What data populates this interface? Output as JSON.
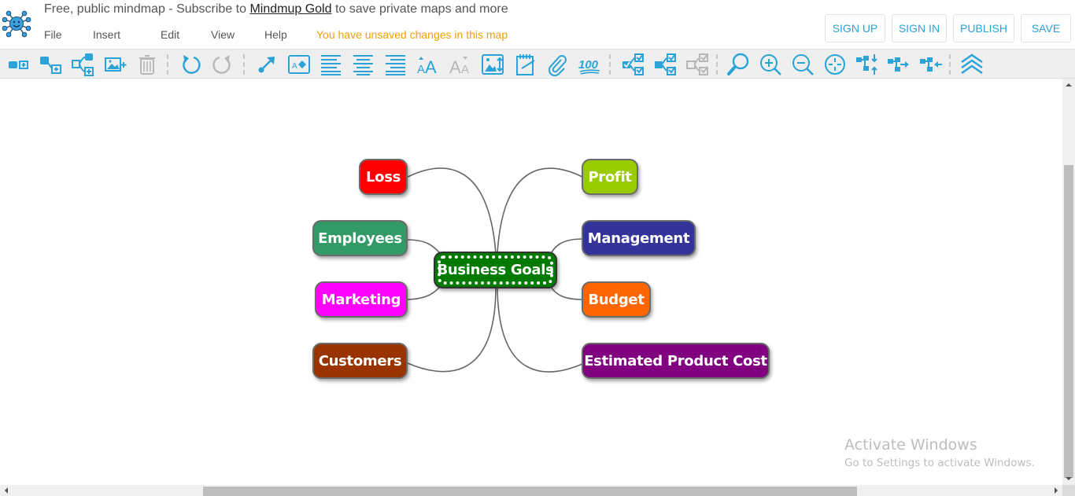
{
  "header": {
    "promo_prefix": "Free, public mindmap - Subscribe to ",
    "promo_link": "Mindmup Gold",
    "promo_suffix": " to save private maps and more",
    "menu": [
      "File",
      "Insert",
      "Edit",
      "View",
      "Help"
    ],
    "status": "You have unsaved changes in this map",
    "buttons": {
      "sign_up": "SIGN UP",
      "sign_in": "SIGN IN",
      "publish": "PUBLISH",
      "save": "SAVE"
    }
  },
  "toolbar": {
    "icons": [
      "add-sibling-icon",
      "add-child-icon",
      "add-subtree-icon",
      "add-image-icon",
      "delete-icon",
      "undo-icon",
      "redo-icon",
      "connect-icon",
      "text-background-icon",
      "align-left-icon",
      "align-center-icon",
      "align-right-icon",
      "increase-font-icon",
      "decrease-font-icon",
      "image-resize-icon",
      "note-icon",
      "attachment-icon",
      "progress-icon",
      "select-all-icon",
      "select-children-icon",
      "select-siblings-icon",
      "search-icon",
      "zoom-in-icon",
      "zoom-out-icon",
      "reset-view-icon",
      "toggle-layout-vertical-icon",
      "expand-right-icon",
      "collapse-left-icon",
      "collapse-all-icon"
    ],
    "accent_color": "#2aa3d8",
    "disabled_color": "#b8b8b8"
  },
  "mindmap": {
    "root": {
      "label": "Business Goals",
      "color": "#007a00"
    },
    "nodes": [
      {
        "id": "loss",
        "label": "Loss",
        "color": "#ff0000",
        "side": "left"
      },
      {
        "id": "employees",
        "label": "Employees",
        "color": "#339966",
        "side": "left"
      },
      {
        "id": "marketing",
        "label": "Marketing",
        "color": "#ff00ff",
        "side": "left"
      },
      {
        "id": "customers",
        "label": "Customers",
        "color": "#993300",
        "side": "left"
      },
      {
        "id": "profit",
        "label": "Profit",
        "color": "#99cc00",
        "side": "right"
      },
      {
        "id": "management",
        "label": "Management",
        "color": "#333399",
        "side": "right"
      },
      {
        "id": "budget",
        "label": "Budget",
        "color": "#ff6600",
        "side": "right"
      },
      {
        "id": "estimated-product-cost",
        "label": "Estimated Product Cost",
        "color": "#800080",
        "side": "right"
      }
    ]
  },
  "watermark": {
    "title": "Activate Windows",
    "subtitle": "Go to Settings to activate Windows."
  }
}
